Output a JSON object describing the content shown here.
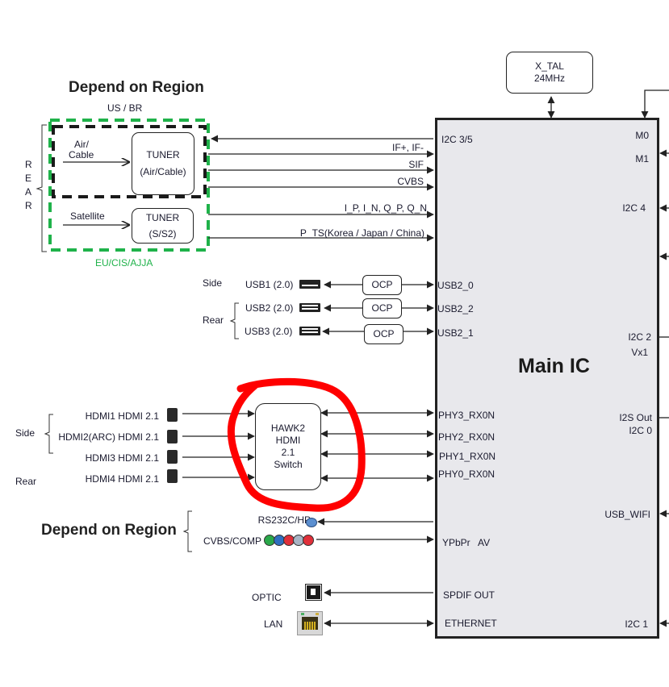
{
  "tuner_section": {
    "title": "Depend on Region",
    "region_top": "US / BR",
    "region_bottom": "EU/CIS/AJJA",
    "rear_letters": [
      "R",
      "E",
      "A",
      "R"
    ],
    "air_cable_label": [
      "Air/",
      "Cable"
    ],
    "satellite_label": "Satellite",
    "tuner_air": [
      "TUNER",
      "(Air/Cable)"
    ],
    "tuner_sat": [
      "TUNER",
      "(S/S2)"
    ],
    "signals": [
      "IF+, IF-",
      "SIF",
      "CVBS",
      "I_P, I_N, Q_P, Q_N",
      "P_TS(Korea / Japan / China)"
    ]
  },
  "xtal": {
    "line1": "X_TAL",
    "line2": "24MHz"
  },
  "main_ic": {
    "title": "Main IC",
    "left_pins": [
      "I2C 3/5",
      "USB2_0",
      "USB2_2",
      "USB2_1",
      "PHY3_RX0N",
      "PHY2_RX0N",
      "PHY1_RX0N",
      "PHY0_RX0N",
      "YPbPr   AV",
      "SPDIF OUT",
      "ETHERNET"
    ],
    "right_pins": [
      "M0",
      "M1",
      "I2C 4",
      "I2C 2",
      "Vx1",
      "I2S Out",
      "I2C 0",
      "USB_WIFI",
      "I2C 1"
    ]
  },
  "usb_section": {
    "side_label": "Side",
    "rear_label": "Rear",
    "ports": [
      "USB1 (2.0)",
      "USB2 (2.0)",
      "USB3 (2.0)"
    ],
    "ocp_label": "OCP"
  },
  "hdmi_section": {
    "side_label": "Side",
    "rear_label": "Rear",
    "ports": [
      "HDMI1 HDMI 2.1",
      "HDMI2(ARC) HDMI 2.1",
      "HDMI3 HDMI 2.1",
      "HDMI4 HDMI 2.1"
    ],
    "switch": [
      "HAWK2",
      "HDMI",
      "2.1",
      "Switch"
    ],
    "highlight_color": "#ff0000"
  },
  "av_section": {
    "title": "Depend on Region",
    "rs232": "RS232C/HP",
    "cvbs": "CVBS/COMP",
    "jack_colors": [
      "#2aa84a",
      "#2f6fc0",
      "#e0303a",
      "#a8b4c4",
      "#e0303a"
    ],
    "rs232_color": "#5b8fd0"
  },
  "misc": {
    "optic": "OPTIC",
    "lan": "LAN"
  },
  "colors": {
    "region_green": "#1fb24a",
    "ic_fill": "#e8e8ec",
    "line": "#222222"
  }
}
